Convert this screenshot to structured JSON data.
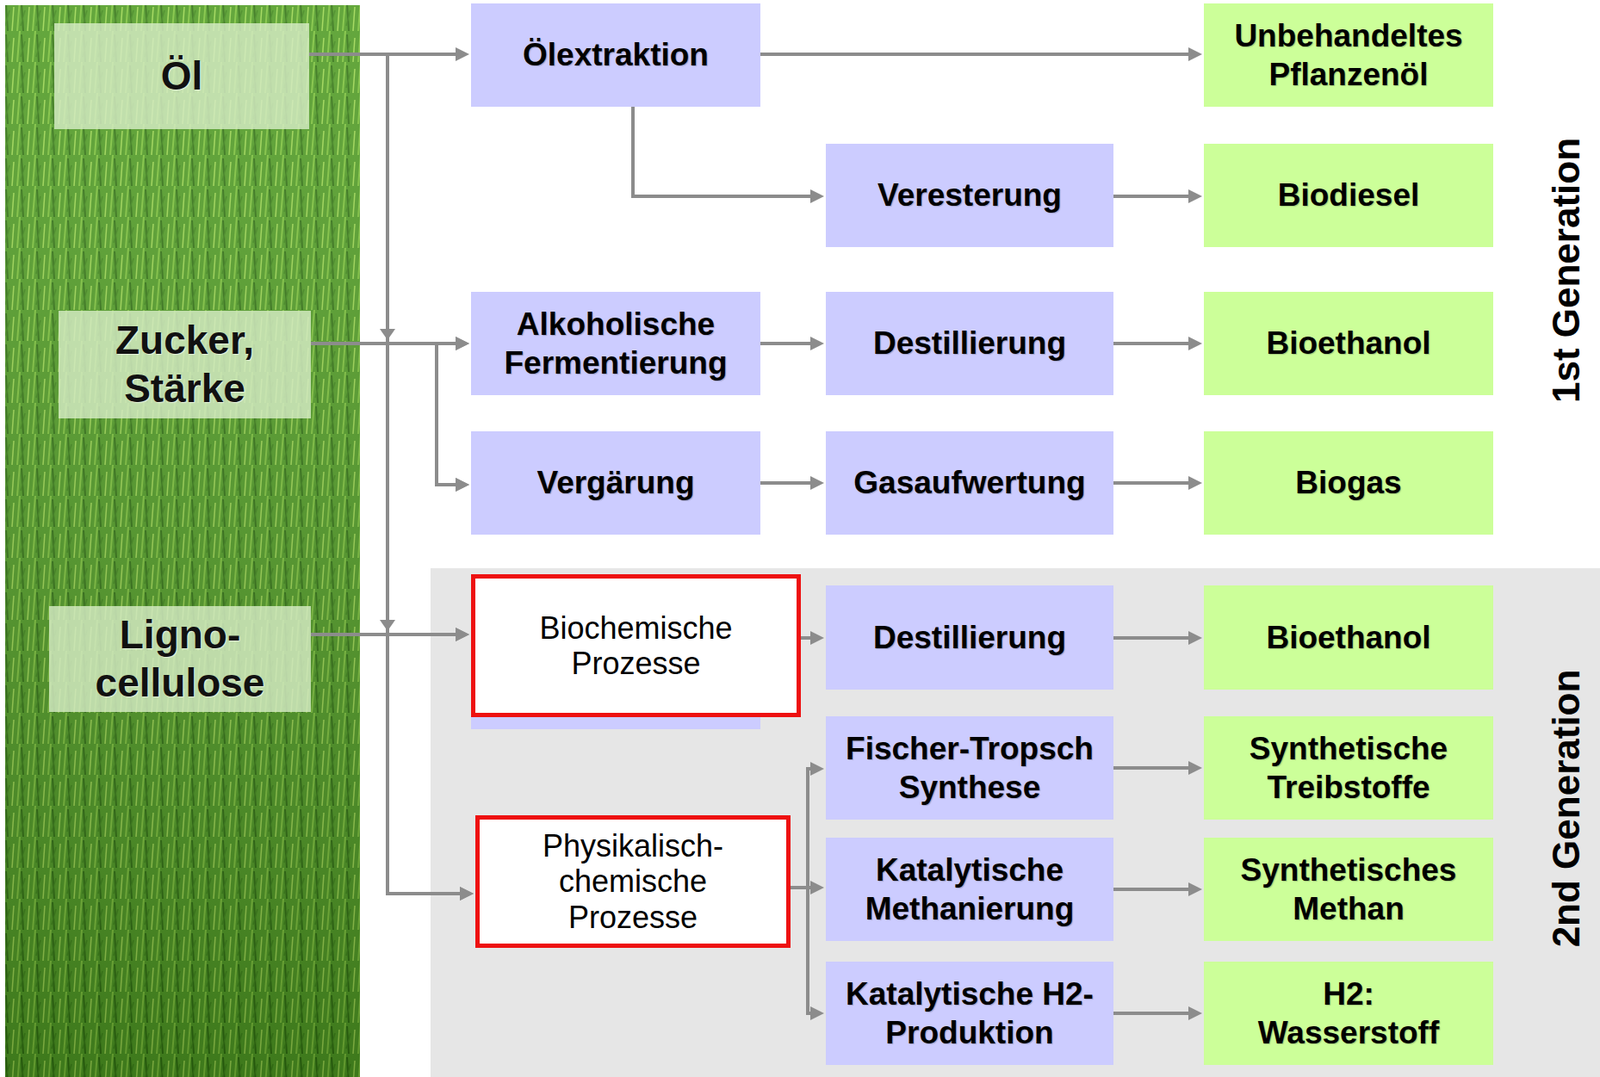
{
  "diagram": {
    "nodes": [
      {
        "text": [
          "Öl"
        ]
      },
      {
        "text": [
          "Ölextraktion"
        ]
      },
      {
        "text": [
          "Unbehandeltes Pflanzenöl"
        ]
      },
      {
        "text": [
          "Veresterung"
        ]
      },
      {
        "text": [
          "Biodiesel"
        ]
      },
      {
        "text": [
          "Zucker, Stärke"
        ]
      },
      {
        "text": [
          "Alkoholische Fermentierung"
        ]
      },
      {
        "text": [
          "Destillierung"
        ]
      },
      {
        "text": [
          "Bioethanol"
        ]
      },
      {
        "text": [
          "Vergärung"
        ]
      },
      {
        "text": [
          "Gasaufwertung"
        ]
      },
      {
        "text": [
          "Biogas"
        ]
      },
      {
        "text": [
          "Ligno- cellulose"
        ]
      },
      {
        "text": [
          "Biochemische Prozesse"
        ]
      },
      {
        "text": [
          "Destillierung"
        ]
      },
      {
        "text": [
          "Bioethanol"
        ]
      },
      {
        "text": [
          "Physikalisch- chemische Prozesse"
        ]
      },
      {
        "text": [
          "Fischer-Tropsch Synthese"
        ]
      },
      {
        "text": [
          "Synthetische Treibstoffe"
        ]
      },
      {
        "text": [
          "Katalytische Methanierung"
        ]
      },
      {
        "text": [
          "Synthetisches Methan"
        ]
      },
      {
        "text": [
          "Katalytische H2-Produktion"
        ]
      },
      {
        "text": [
          "H2: Wasserstoff"
        ]
      }
    ],
    "edges": [
      {
        "from": 0,
        "to": 1,
        "arrow": "to"
      },
      {
        "from": 0,
        "to": 6,
        "arrow": "to"
      },
      {
        "from": 0,
        "to": 9,
        "arrow": "to"
      },
      {
        "from": 0,
        "to": 13,
        "arrow": "to"
      },
      {
        "from": 0,
        "to": 16,
        "arrow": "to"
      },
      {
        "from": 1,
        "to": 2,
        "arrow": "to"
      },
      {
        "from": 1,
        "to": 3,
        "arrow": "to"
      },
      {
        "from": 3,
        "to": 4,
        "arrow": "to"
      },
      {
        "from": 5,
        "to": 6,
        "arrow": "to"
      },
      {
        "from": 5,
        "to": 9,
        "arrow": "to"
      },
      {
        "from": 6,
        "to": 7,
        "arrow": "to"
      },
      {
        "from": 7,
        "to": 8,
        "arrow": "to"
      },
      {
        "from": 9,
        "to": 10,
        "arrow": "to"
      },
      {
        "from": 10,
        "to": 11,
        "arrow": "to"
      },
      {
        "from": 12,
        "to": 13,
        "arrow": "to"
      },
      {
        "from": 12,
        "to": 16,
        "arrow": "to"
      },
      {
        "from": 13,
        "to": 14,
        "arrow": "to"
      },
      {
        "from": 14,
        "to": 15,
        "arrow": "to"
      },
      {
        "from": 16,
        "to": 17,
        "arrow": "to"
      },
      {
        "from": 16,
        "to": 19,
        "arrow": "to"
      },
      {
        "from": 16,
        "to": 21,
        "arrow": "to"
      },
      {
        "from": 17,
        "to": 18,
        "arrow": "to"
      },
      {
        "from": 19,
        "to": 20,
        "arrow": "to"
      },
      {
        "from": 21,
        "to": 22,
        "arrow": "to"
      }
    ],
    "labels": [
      "1st Generation",
      "2nd Generation"
    ]
  }
}
